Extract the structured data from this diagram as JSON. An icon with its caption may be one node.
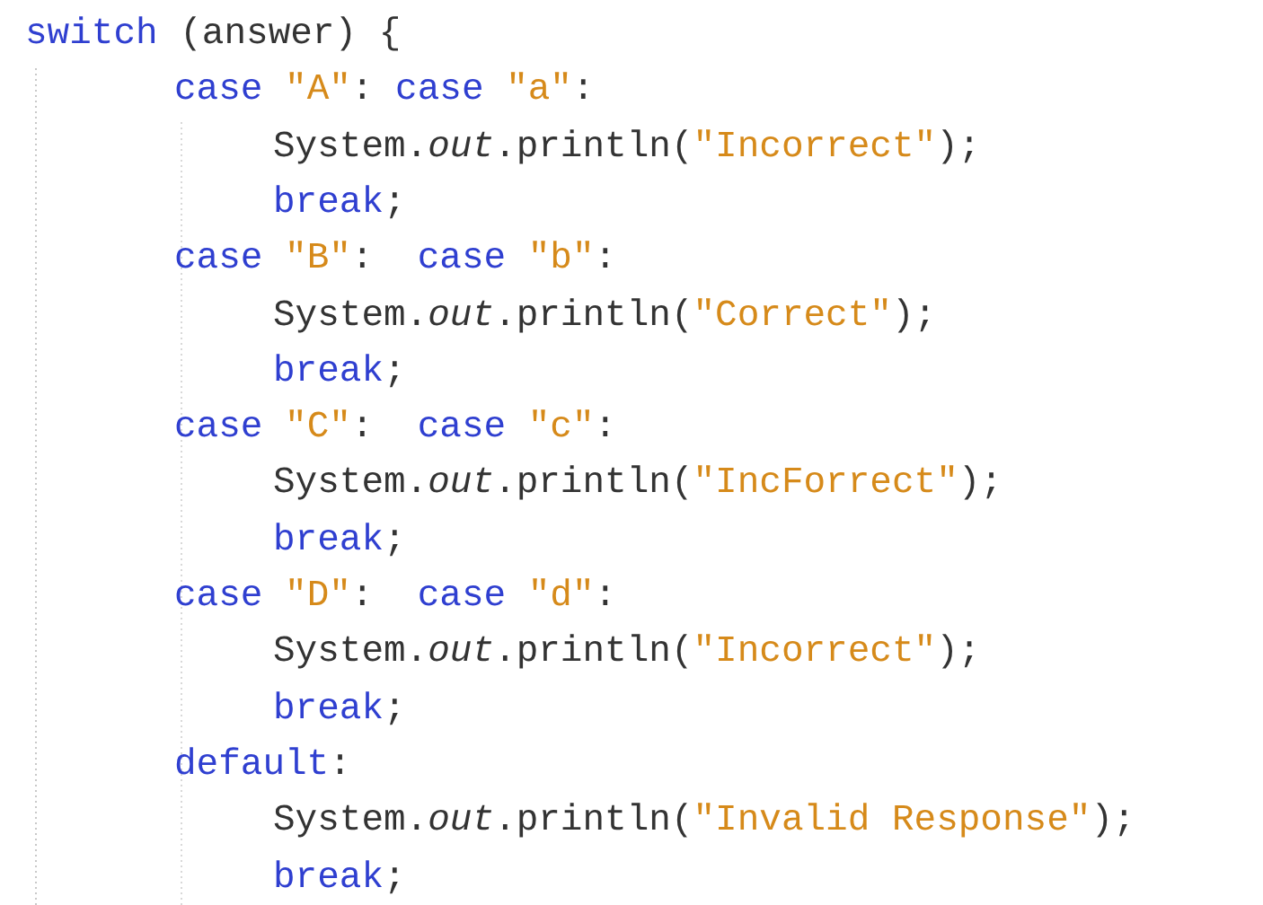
{
  "diagram": {
    "labels": [
      "switch (answer) {",
      "case \"A\": case \"a\":",
      "System.*out*.println(\"Incorrect\");",
      "break;",
      "case \"B\":  case \"b\":",
      "System.*out*.println(\"Correct\");",
      "break;",
      "case \"C\":  case \"c\":",
      "System.*out*.println(\"IncForrect\");",
      "break;",
      "case \"D\":  case \"d\":",
      "System.*out*.println(\"Incorrect\");",
      "break;",
      "default:",
      "System.*out*.println(\"Invalid Response\");",
      "break;"
    ]
  }
}
